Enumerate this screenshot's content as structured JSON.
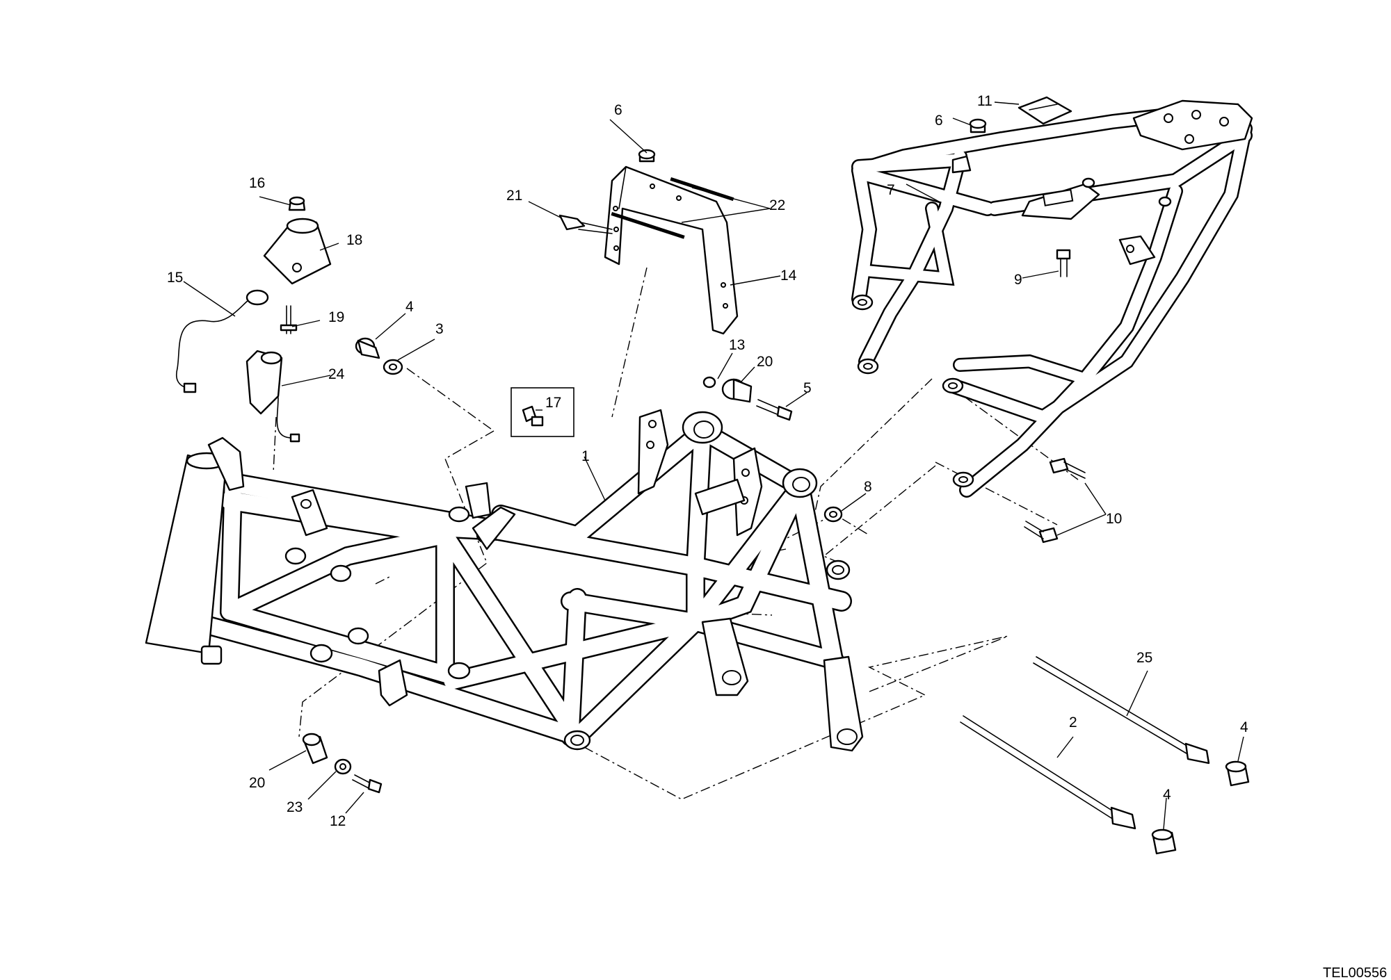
{
  "diagram": {
    "drawing_code": "TEL00556",
    "callouts": [
      {
        "id": "c1",
        "text": "1"
      },
      {
        "id": "c2",
        "text": "2"
      },
      {
        "id": "c3",
        "text": "3"
      },
      {
        "id": "c4a",
        "text": "4"
      },
      {
        "id": "c4b",
        "text": "4"
      },
      {
        "id": "c4c",
        "text": "4"
      },
      {
        "id": "c5",
        "text": "5"
      },
      {
        "id": "c6a",
        "text": "6"
      },
      {
        "id": "c6b",
        "text": "6"
      },
      {
        "id": "c7",
        "text": "7"
      },
      {
        "id": "c8",
        "text": "8"
      },
      {
        "id": "c9",
        "text": "9"
      },
      {
        "id": "c10",
        "text": "10"
      },
      {
        "id": "c11",
        "text": "11"
      },
      {
        "id": "c12",
        "text": "12"
      },
      {
        "id": "c13",
        "text": "13"
      },
      {
        "id": "c14",
        "text": "14"
      },
      {
        "id": "c15",
        "text": "15"
      },
      {
        "id": "c16",
        "text": "16"
      },
      {
        "id": "c17",
        "text": "17"
      },
      {
        "id": "c18",
        "text": "18"
      },
      {
        "id": "c19",
        "text": "19"
      },
      {
        "id": "c20a",
        "text": "20"
      },
      {
        "id": "c20b",
        "text": "20"
      },
      {
        "id": "c21",
        "text": "21"
      },
      {
        "id": "c22",
        "text": "22"
      },
      {
        "id": "c23",
        "text": "23"
      },
      {
        "id": "c24",
        "text": "24"
      },
      {
        "id": "c25",
        "text": "25"
      }
    ]
  }
}
